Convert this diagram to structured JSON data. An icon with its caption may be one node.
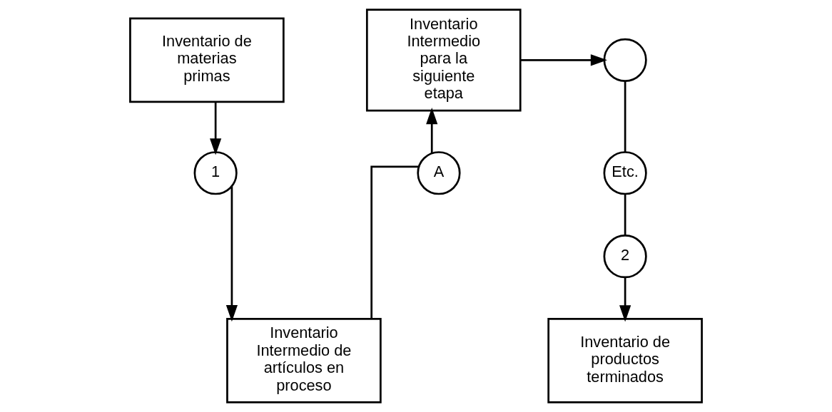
{
  "diagram": {
    "nodes": [
      {
        "text": [
          "Inventario de materias primas"
        ]
      },
      {
        "text": [
          "1"
        ]
      },
      {
        "text": [
          "Inventario Intermedio de artículos en proceso"
        ]
      },
      {
        "text": [
          "A"
        ]
      },
      {
        "text": [
          "Inventario Intermedio para la siguiente etapa"
        ]
      },
      {
        "text": [],
        "shape": "circle"
      },
      {
        "text": [
          "Etc."
        ]
      },
      {
        "text": [
          "2"
        ]
      },
      {
        "text": [
          "Inventario de productos terminados"
        ]
      }
    ],
    "edges": [
      {
        "from": 0,
        "to": 1,
        "arrow": "to"
      },
      {
        "from": 1,
        "to": 2,
        "arrow": "to"
      },
      {
        "from": 2,
        "to": 3,
        "arrow": "none"
      },
      {
        "from": 3,
        "to": 4,
        "arrow": "to"
      },
      {
        "from": 4,
        "to": 5,
        "arrow": "to"
      },
      {
        "from": 5,
        "to": 6,
        "arrow": "none"
      },
      {
        "from": 6,
        "to": 7,
        "arrow": "none"
      },
      {
        "from": 7,
        "to": 8,
        "arrow": "to"
      }
    ]
  }
}
